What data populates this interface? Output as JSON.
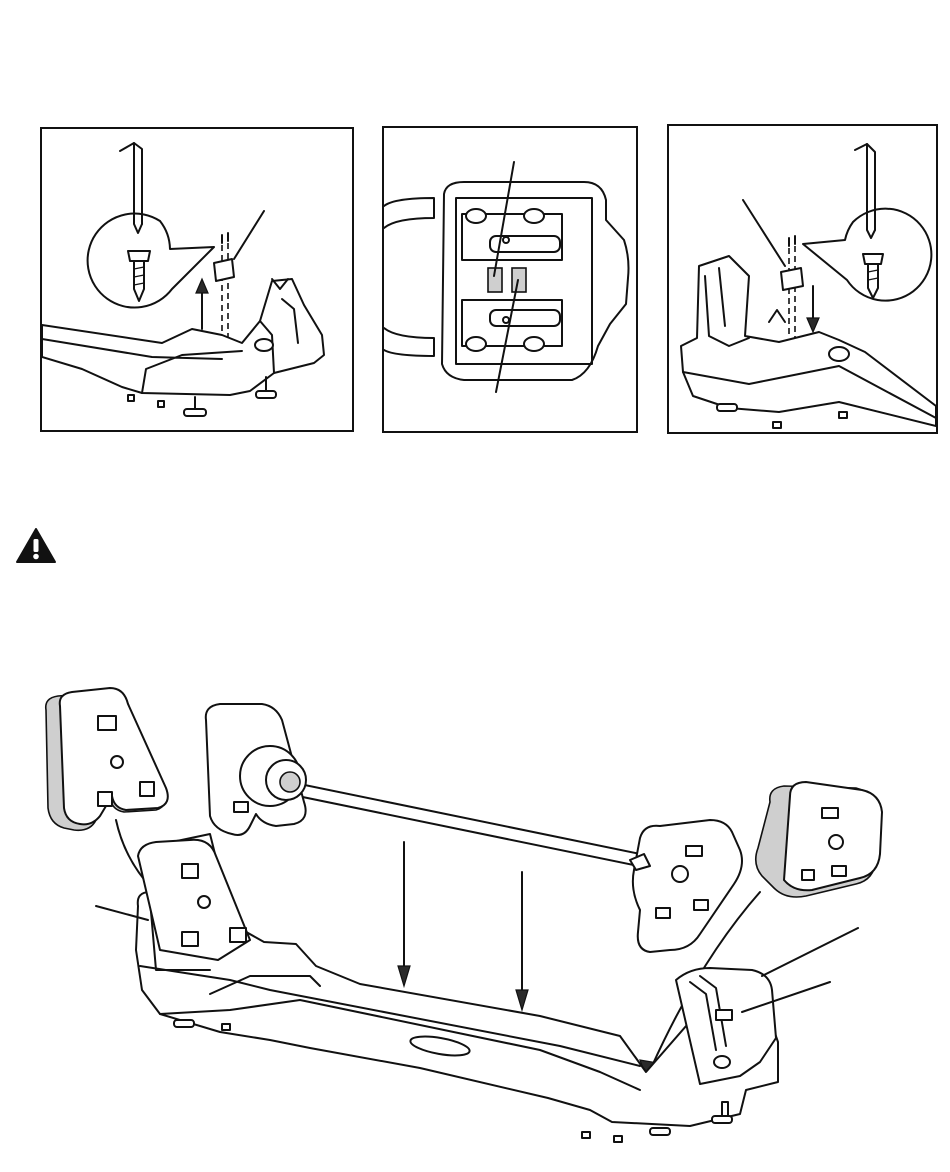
{
  "figures": {
    "panel_1": {
      "description_icons": [
        "allen-wrench-icon",
        "screw-icon",
        "bracket-icon",
        "up-arrow-icon"
      ]
    },
    "panel_2": {
      "description_icons": [
        "base-top-view",
        "pointer-line"
      ]
    },
    "panel_3": {
      "description_icons": [
        "allen-wrench-icon",
        "screw-icon",
        "bracket-icon",
        "down-arrow-icon"
      ]
    },
    "warning": {
      "icon": "warning-triangle-icon"
    },
    "main": {
      "description_icons": [
        "weight-plate-stack",
        "bar-axle",
        "down-arrow-icon",
        "curved-arrow-icon",
        "base-frame"
      ]
    }
  },
  "colors": {
    "line": "#111111",
    "background": "#ffffff",
    "shade": "#cfcfcf"
  }
}
